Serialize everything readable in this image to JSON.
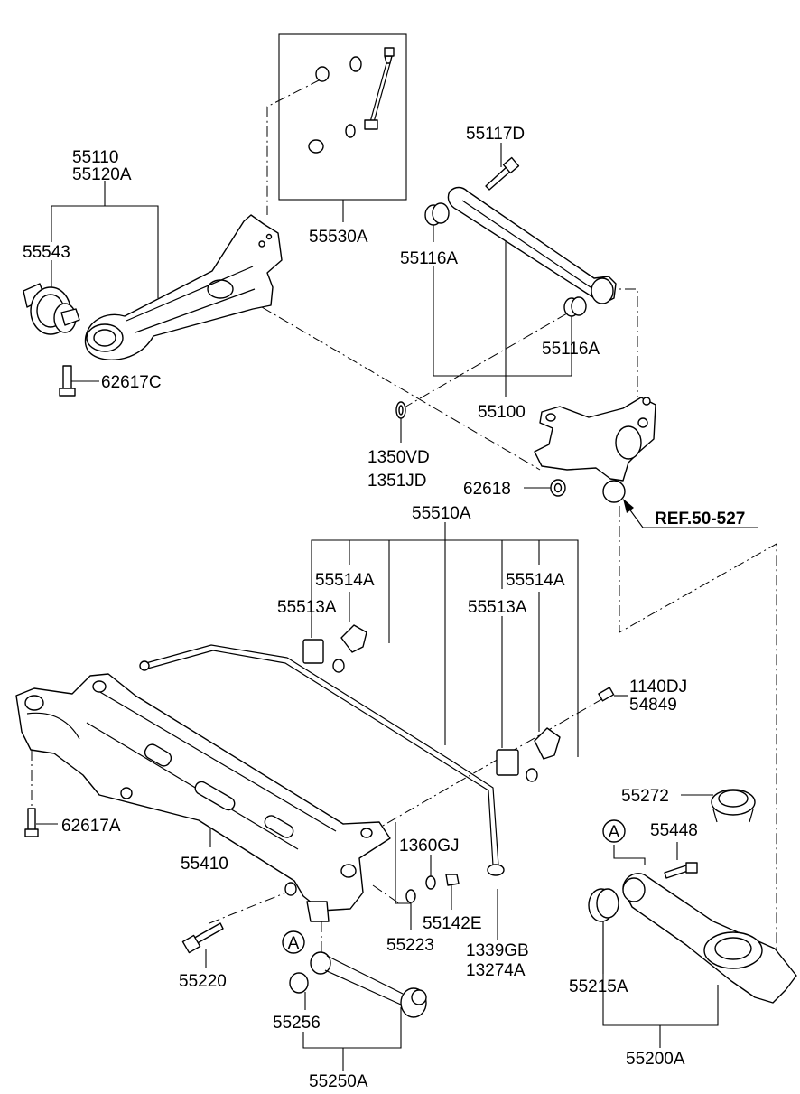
{
  "labels": {
    "p55110": "55110",
    "p55120A": "55120A",
    "p55543": "55543",
    "p62617C": "62617C",
    "p55530A": "55530A",
    "p55117D": "55117D",
    "p55116A_top": "55116A",
    "p55116A_bot": "55116A",
    "p55100": "55100",
    "p1350VD": "1350VD",
    "p1351JD": "1351JD",
    "p62618": "62618",
    "ref": "REF.50-527",
    "p55510A": "55510A",
    "p55514A_l": "55514A",
    "p55513A_l": "55513A",
    "p55514A_r": "55514A",
    "p55513A_r": "55513A",
    "p1140DJ": "1140DJ",
    "p54849": "54849",
    "p62617A": "62617A",
    "p55410": "55410",
    "p1360GJ": "1360GJ",
    "p55142E": "55142E",
    "p55223": "55223",
    "p1339GB": "1339GB",
    "p13274A": "13274A",
    "p55220": "55220",
    "p55256": "55256",
    "p55250A": "55250A",
    "p55272": "55272",
    "p55448": "55448",
    "p55215A": "55215A",
    "p55200A": "55200A",
    "circleA_left": "A",
    "circleA_right": "A"
  }
}
